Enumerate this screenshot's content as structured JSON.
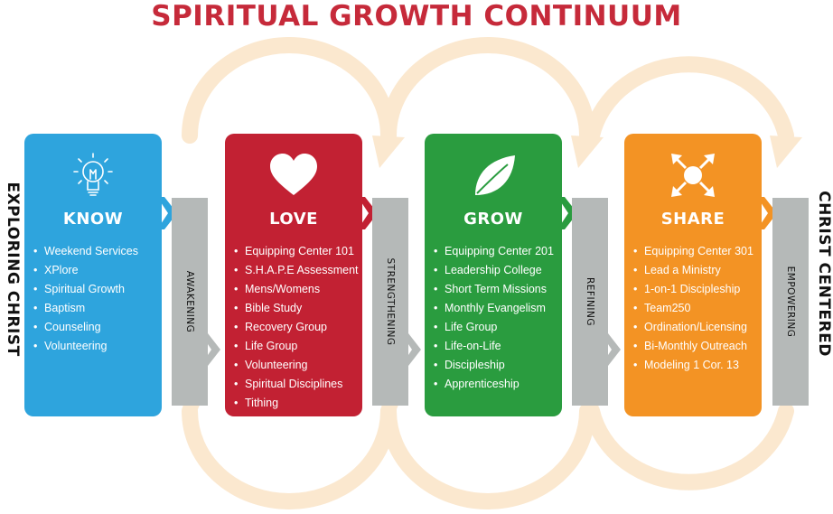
{
  "title": "SPIRITUAL GROWTH CONTINUUM",
  "left_label": "EXPLORING CHRIST",
  "right_label": "CHRIST CENTERED",
  "colors": {
    "title": "#c62a3a",
    "know": "#2ea4dd",
    "love": "#c22133",
    "grow": "#2a9c3f",
    "share": "#f39324",
    "gate": "#b5b9b8",
    "arc": "#fbe8cf"
  },
  "stages": [
    {
      "name": "KNOW",
      "icon": "lightbulb-icon",
      "items": [
        "Weekend Services",
        "XPlore",
        "Spiritual Growth",
        "Baptism",
        "Counseling",
        "Volunteering"
      ]
    },
    {
      "name": "LOVE",
      "icon": "heart-icon",
      "items": [
        "Equipping Center 101",
        "S.H.A.P.E Assessment",
        "Mens/Womens",
        "Bible Study",
        "Recovery Group",
        "Life Group",
        "Volunteering",
        "Spiritual Disciplines",
        "Tithing"
      ]
    },
    {
      "name": "GROW",
      "icon": "leaf-icon",
      "items": [
        "Equipping Center 201",
        "Leadership College",
        "Short Term Missions",
        "Monthly Evangelism",
        "Life Group",
        "Life-on-Life",
        "Discipleship",
        "Apprenticeship"
      ]
    },
    {
      "name": "SHARE",
      "icon": "arrows-outward-icon",
      "items": [
        "Equipping Center 301",
        "Lead a Ministry",
        "1-on-1 Discipleship",
        "Team250",
        "Ordination/Licensing",
        "Bi-Monthly Outreach",
        "Modeling 1 Cor. 13"
      ]
    }
  ],
  "transitions": [
    "AWAKENING",
    "STRENGTHENING",
    "REFINING",
    "EMPOWERING"
  ]
}
